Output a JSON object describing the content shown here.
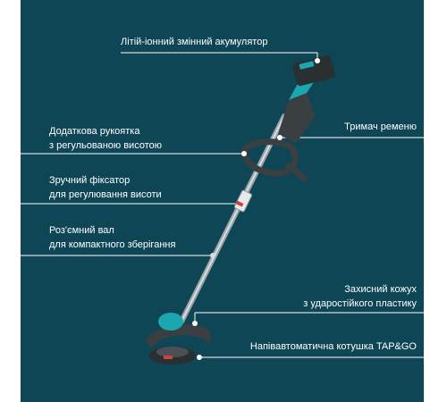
{
  "colors": {
    "background": "#0e4656",
    "text": "#ffffff",
    "accent_teal": "#1aa7b0",
    "accent_red": "#c8463b"
  },
  "callouts": {
    "battery": {
      "lines": [
        "Літій-іонний змінний акумулятор"
      ]
    },
    "belt_holder": {
      "lines": [
        "Тримач ременю"
      ]
    },
    "extra_handle": {
      "lines": [
        "Додаткова рукоятка",
        "з регульованою висотою"
      ]
    },
    "height_lock": {
      "lines": [
        "Зручний фіксатор",
        "для регулювання висоти"
      ]
    },
    "split_shaft": {
      "lines": [
        "Роз'ємний вал",
        "для компактного зберігання"
      ]
    },
    "guard": {
      "lines": [
        "Захисний кожух",
        "з ударостійкого пластику"
      ]
    },
    "spool": {
      "lines": [
        "Напівавтоматична котушка TAP&GO"
      ]
    }
  }
}
